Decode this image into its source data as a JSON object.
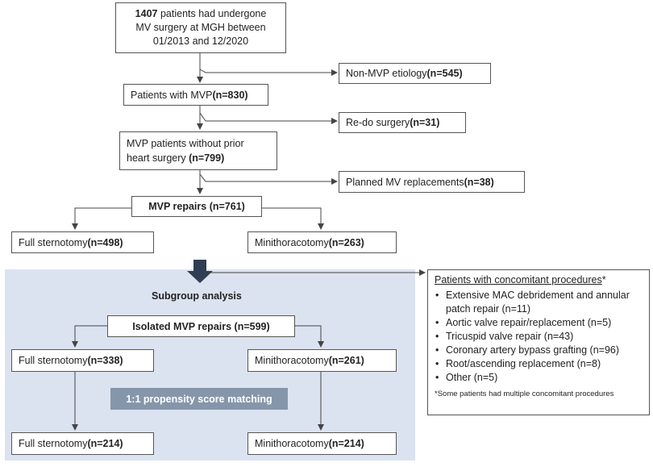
{
  "boxes": {
    "initial": {
      "bold": "1407",
      "line1": " patients had undergone",
      "line2": "MV surgery at MGH between",
      "line3": "01/2013 and 12/2020"
    },
    "non_mvp": {
      "text": "Non-MVP etiology ",
      "count": "(n=545)"
    },
    "mvp": {
      "text": "Patients with MVP ",
      "count": "(n=830)"
    },
    "redo": {
      "text": "Re-do surgery ",
      "count": "(n=31)"
    },
    "no_prior": {
      "line1": "MVP patients without prior",
      "line2": "heart surgery ",
      "count": "(n=799)"
    },
    "planned": {
      "text": "Planned MV replacements ",
      "count": "(n=38)"
    },
    "repairs": {
      "text": "MVP repairs (n=761)"
    },
    "full_sternotomy": {
      "text": "Full sternotomy ",
      "count": "(n=498)"
    },
    "minithoracotomy": {
      "text": "Minithoracotomy ",
      "count": "(n=263)"
    },
    "isolated": {
      "text": "Isolated MVP repairs (n=599)"
    },
    "full_sternotomy_iso": {
      "text": "Full sternotomy ",
      "count": "(n=338)"
    },
    "minithoracotomy_iso": {
      "text": "Minithoracotomy ",
      "count": "(n=261)"
    },
    "full_sternotomy_match": {
      "text": "Full sternotomy ",
      "count": "(n=214)"
    },
    "minithoracotomy_match": {
      "text": "Minithoracotomy ",
      "count": "(n=214)"
    }
  },
  "subgroup_title": "Subgroup analysis",
  "propensity": "1:1 propensity score matching",
  "concomitant": {
    "header": "Patients with concomitant procedures",
    "asterisk": "*",
    "items": [
      "Extensive MAC debridement and annular patch repair (n=11)",
      "Aortic valve repair/replacement (n=5)",
      "Tricuspid valve repair (n=43)",
      "Coronary artery bypass grafting (n=96)",
      "Root/ascending replacement (n=8)",
      "Other (n=5)"
    ],
    "note": "*Some patients had multiple concomitant procedures"
  },
  "colors": {
    "shade": "#dbe3f1",
    "psm": "#8696aa",
    "line": "#444444",
    "big_arrow": "#2f3e52"
  }
}
